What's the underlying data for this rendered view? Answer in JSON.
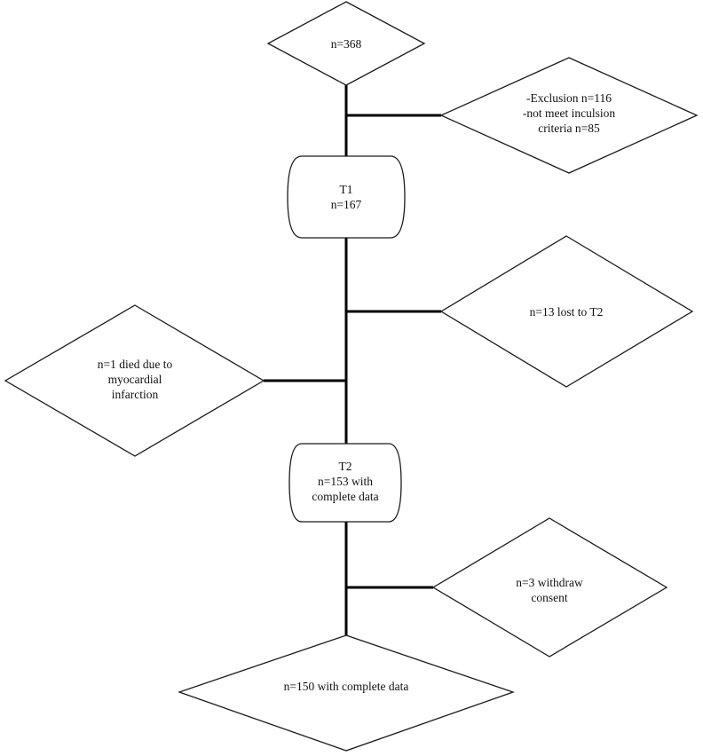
{
  "flowchart": {
    "nodes": [
      {
        "id": "start",
        "shape": "diamond",
        "lines": [
          "n=368"
        ]
      },
      {
        "id": "exclusion",
        "shape": "diamond",
        "lines": [
          "-Exclusion n=116",
          "-not meet inculsion",
          "criteria n=85"
        ]
      },
      {
        "id": "t1",
        "shape": "rounded",
        "lines": [
          "T1",
          "n=167"
        ]
      },
      {
        "id": "lost-t2",
        "shape": "diamond",
        "lines": [
          "n=13 lost to T2"
        ]
      },
      {
        "id": "died",
        "shape": "diamond",
        "lines": [
          "n=1 died due to",
          "myocardial",
          "infarction"
        ]
      },
      {
        "id": "t2",
        "shape": "rounded",
        "lines": [
          "T2",
          "n=153 with",
          "complete data"
        ]
      },
      {
        "id": "withdraw",
        "shape": "diamond",
        "lines": [
          "n=3 withdraw",
          "consent"
        ]
      },
      {
        "id": "final",
        "shape": "diamond",
        "lines": [
          "n=150 with complete data"
        ]
      }
    ],
    "edges": [
      {
        "from": "start",
        "to": "t1"
      },
      {
        "from": "exclusion",
        "to": "main-trunk"
      },
      {
        "from": "t1",
        "to": "t2"
      },
      {
        "from": "lost-t2",
        "to": "main-trunk"
      },
      {
        "from": "died",
        "to": "main-trunk"
      },
      {
        "from": "t2",
        "to": "final"
      },
      {
        "from": "withdraw",
        "to": "main-trunk"
      }
    ]
  }
}
